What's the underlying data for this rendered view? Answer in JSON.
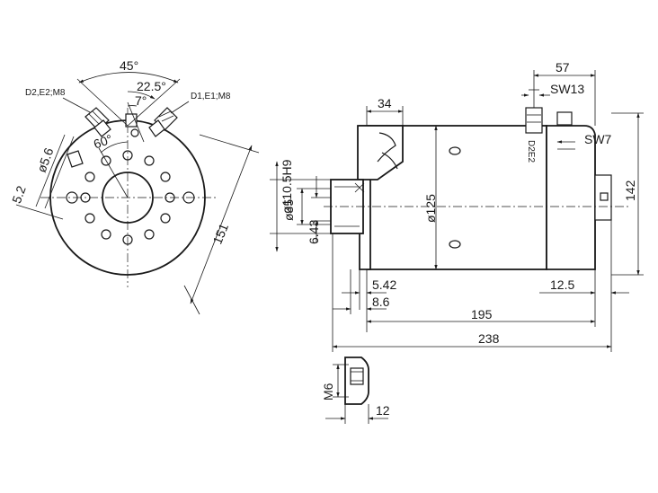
{
  "colors": {
    "line": "#1a1a1a",
    "background": "#ffffff"
  },
  "front_view": {
    "dim_angle_45": "45°",
    "dim_angle_22_5": "22.5°",
    "dim_angle_7": "7°",
    "dim_angle_60": "60°",
    "label_terminal_left": "D2,E2;M8",
    "label_terminal_right": "D1,E1;M8",
    "dim_hole_dia": "ø5.6",
    "dim_offset": "5.2",
    "dim_diagonal": "151"
  },
  "side_view": {
    "dim_34": "34",
    "dim_57": "57",
    "dim_sw13": "SW13",
    "dim_sw7": "SW7",
    "dim_pilot": "ø110.5H9",
    "dim_shaft": "ø35",
    "dim_6_43": "6.43",
    "dim_body": "ø125",
    "dim_height": "142",
    "dim_5_42": "5.42",
    "dim_8_6": "8.6",
    "dim_12_5": "12.5",
    "dim_195": "195",
    "dim_238": "238",
    "cap_label": "D2E2"
  },
  "detail_view": {
    "dim_m6": "M6",
    "dim_12": "12"
  }
}
